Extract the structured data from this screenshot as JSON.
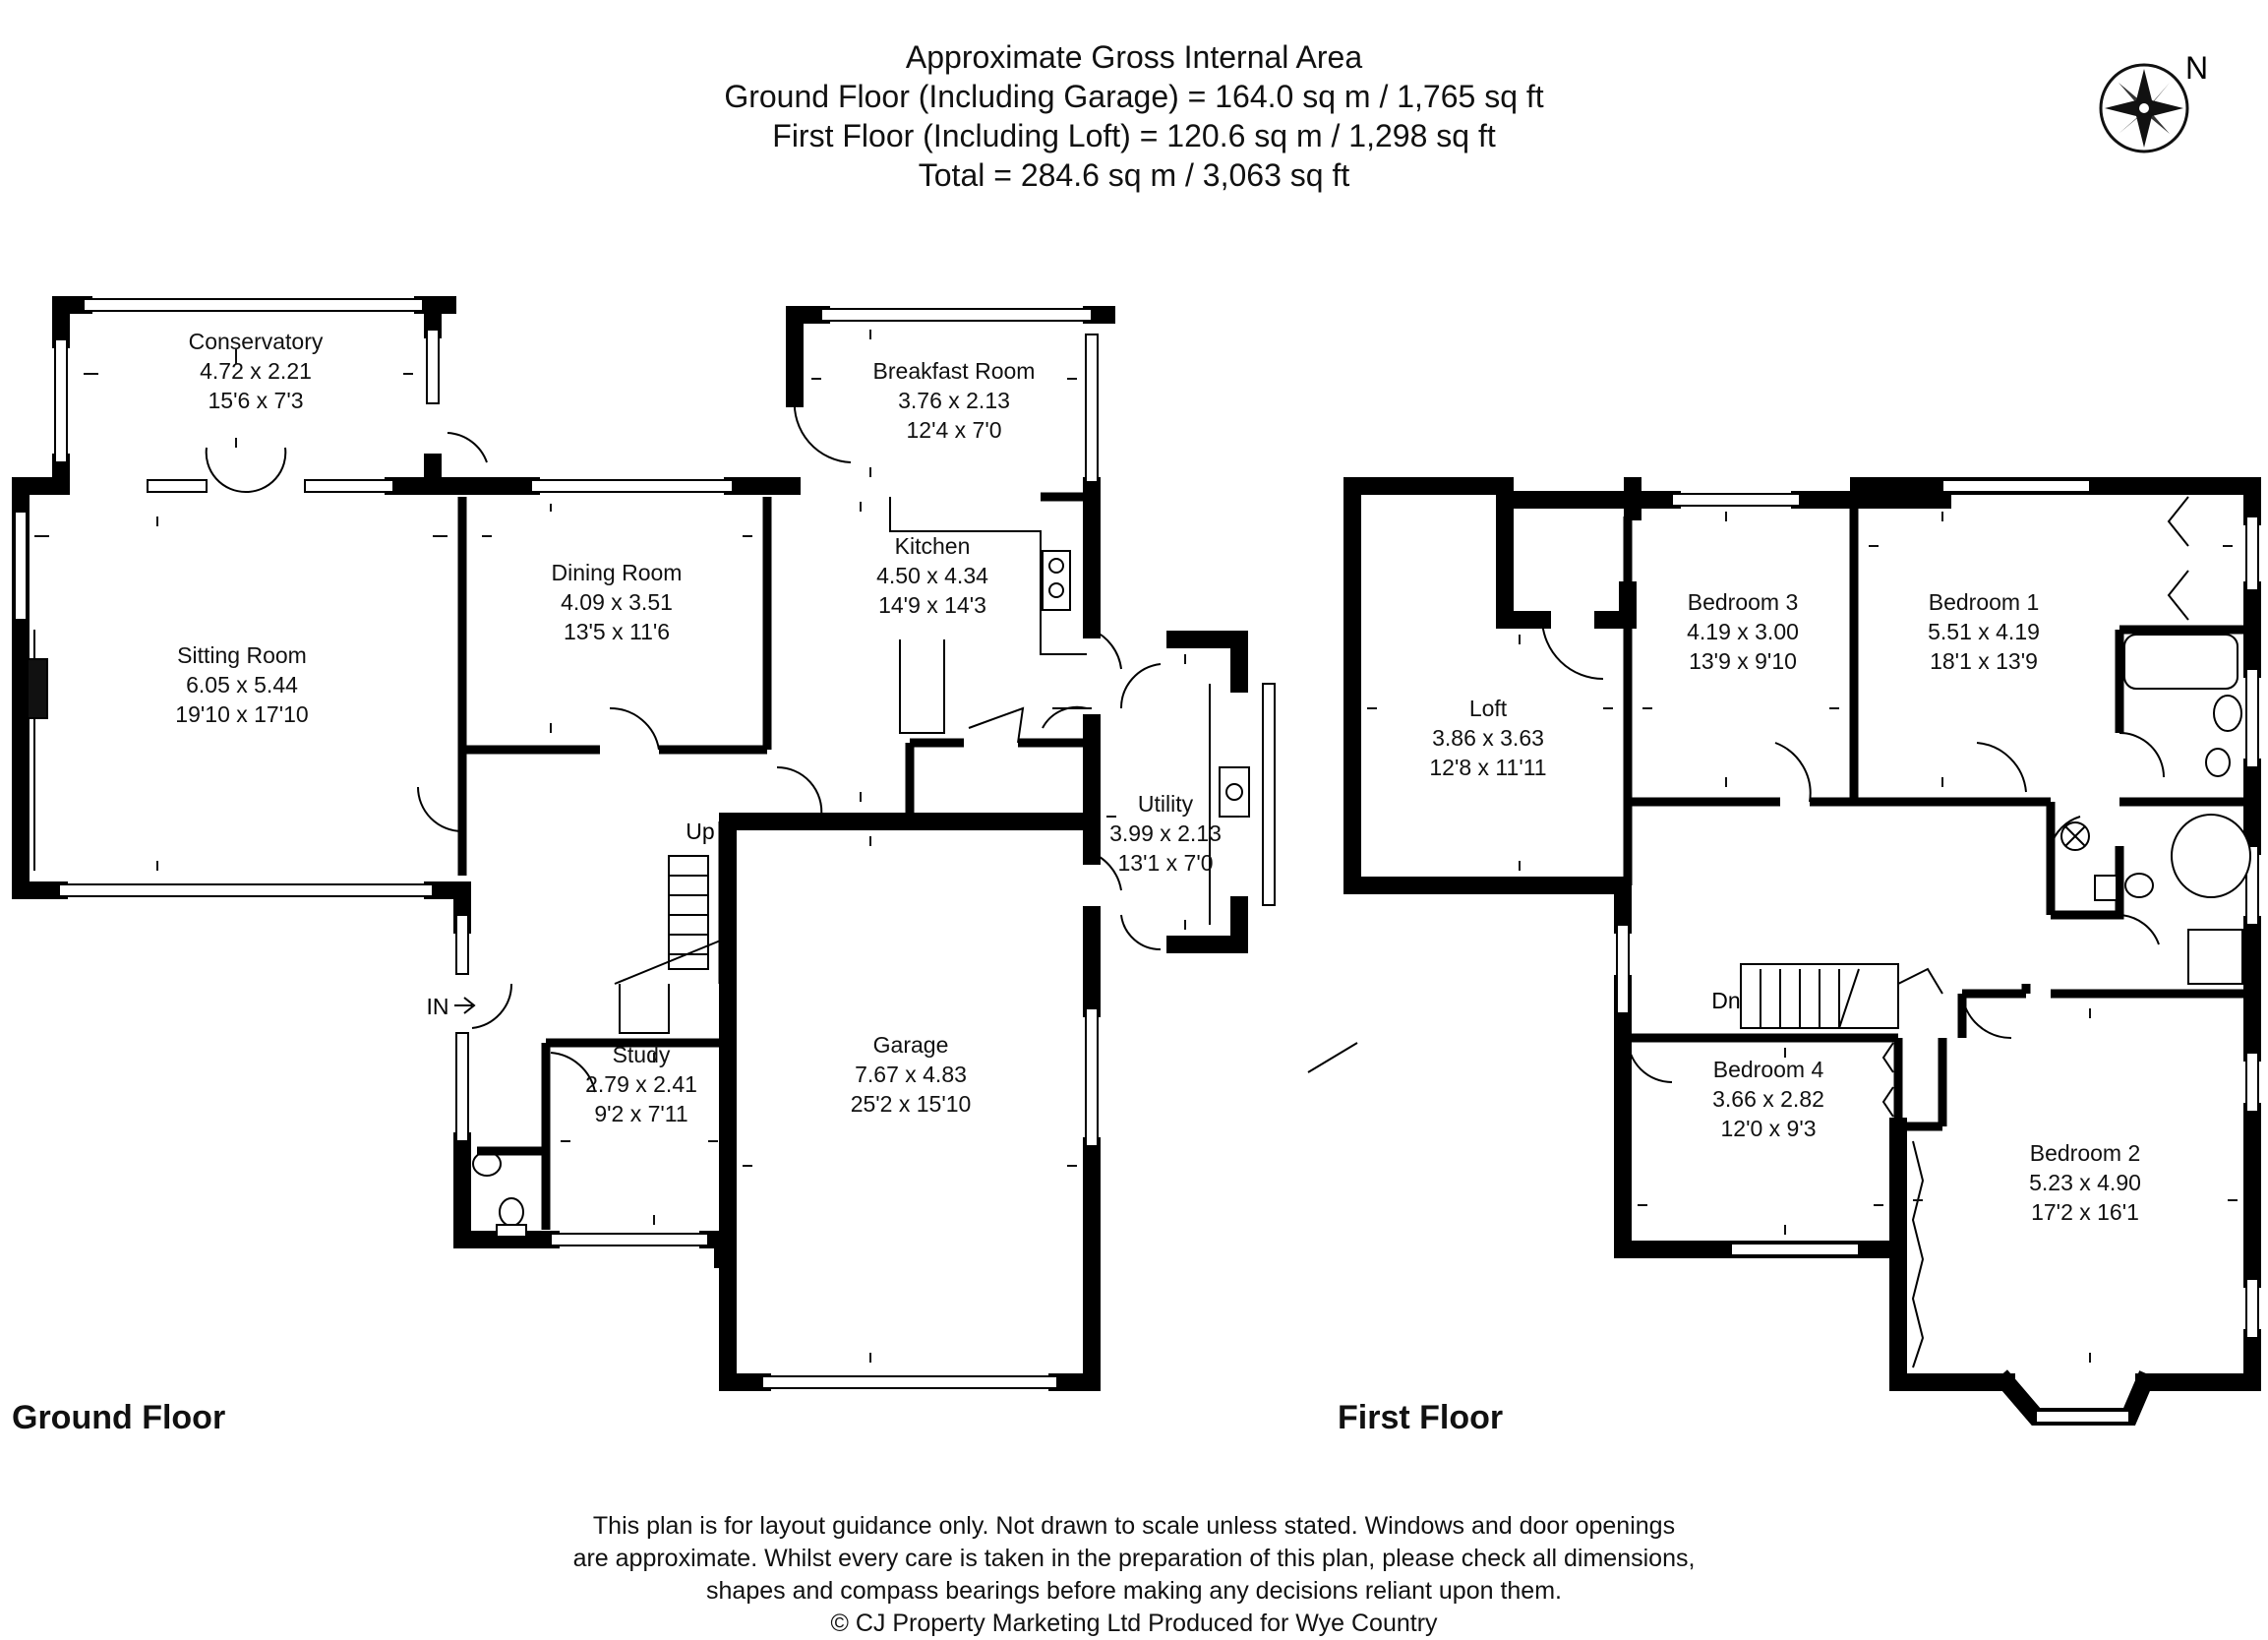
{
  "header": {
    "line1": "Approximate Gross Internal Area",
    "line2": "Ground Floor (Including Garage) = 164.0 sq m / 1,765 sq ft",
    "line3": "First Floor (Including Loft) = 120.6 sq m / 1,298 sq ft",
    "line4": "Total = 284.6 sq m / 3,063 sq ft"
  },
  "compass": {
    "label": "N",
    "icon": "compass-rose-icon"
  },
  "floors": {
    "ground": {
      "label": "Ground Floor",
      "rooms": [
        {
          "id": "conservatory",
          "name": "Conservatory",
          "metric": "4.72 x 2.21",
          "imperial": "15'6 x 7'3"
        },
        {
          "id": "breakfast-room",
          "name": "Breakfast Room",
          "metric": "3.76 x 2.13",
          "imperial": "12'4 x 7'0"
        },
        {
          "id": "dining-room",
          "name": "Dining Room",
          "metric": "4.09 x 3.51",
          "imperial": "13'5 x 11'6"
        },
        {
          "id": "kitchen",
          "name": "Kitchen",
          "metric": "4.50 x 4.34",
          "imperial": "14'9 x 14'3"
        },
        {
          "id": "sitting-room",
          "name": "Sitting Room",
          "metric": "6.05 x 5.44",
          "imperial": "19'10 x 17'10"
        },
        {
          "id": "utility",
          "name": "Utility",
          "metric": "3.99 x 2.13",
          "imperial": "13'1 x 7'0"
        },
        {
          "id": "garage",
          "name": "Garage",
          "metric": "7.67 x 4.83",
          "imperial": "25'2 x 15'10"
        },
        {
          "id": "study",
          "name": "Study",
          "metric": "2.79 x 2.41",
          "imperial": "9'2 x 7'11"
        }
      ],
      "stairs_label": "Up",
      "entrance_label": "IN"
    },
    "first": {
      "label": "First Floor",
      "rooms": [
        {
          "id": "loft",
          "name": "Loft",
          "metric": "3.86 x 3.63",
          "imperial": "12'8 x 11'11"
        },
        {
          "id": "bedroom-3",
          "name": "Bedroom 3",
          "metric": "4.19 x 3.00",
          "imperial": "13'9 x 9'10"
        },
        {
          "id": "bedroom-1",
          "name": "Bedroom 1",
          "metric": "5.51 x 4.19",
          "imperial": "18'1 x 13'9"
        },
        {
          "id": "bedroom-4",
          "name": "Bedroom 4",
          "metric": "3.66 x 2.82",
          "imperial": "12'0 x 9'3"
        },
        {
          "id": "bedroom-2",
          "name": "Bedroom 2",
          "metric": "5.23 x 4.90",
          "imperial": "17'2 x 16'1"
        }
      ],
      "stairs_label": "Dn"
    }
  },
  "footer": {
    "disclaimer_1": "This plan is for layout guidance only. Not drawn to scale unless stated. Windows and door openings",
    "disclaimer_2": "are approximate. Whilst every care is taken in the preparation of this plan, please check all dimensions,",
    "disclaimer_3": "shapes and compass bearings before making any decisions reliant upon them.",
    "copyright": "© CJ Property Marketing Ltd",
    "produced_for": "Produced for Wye Country"
  }
}
